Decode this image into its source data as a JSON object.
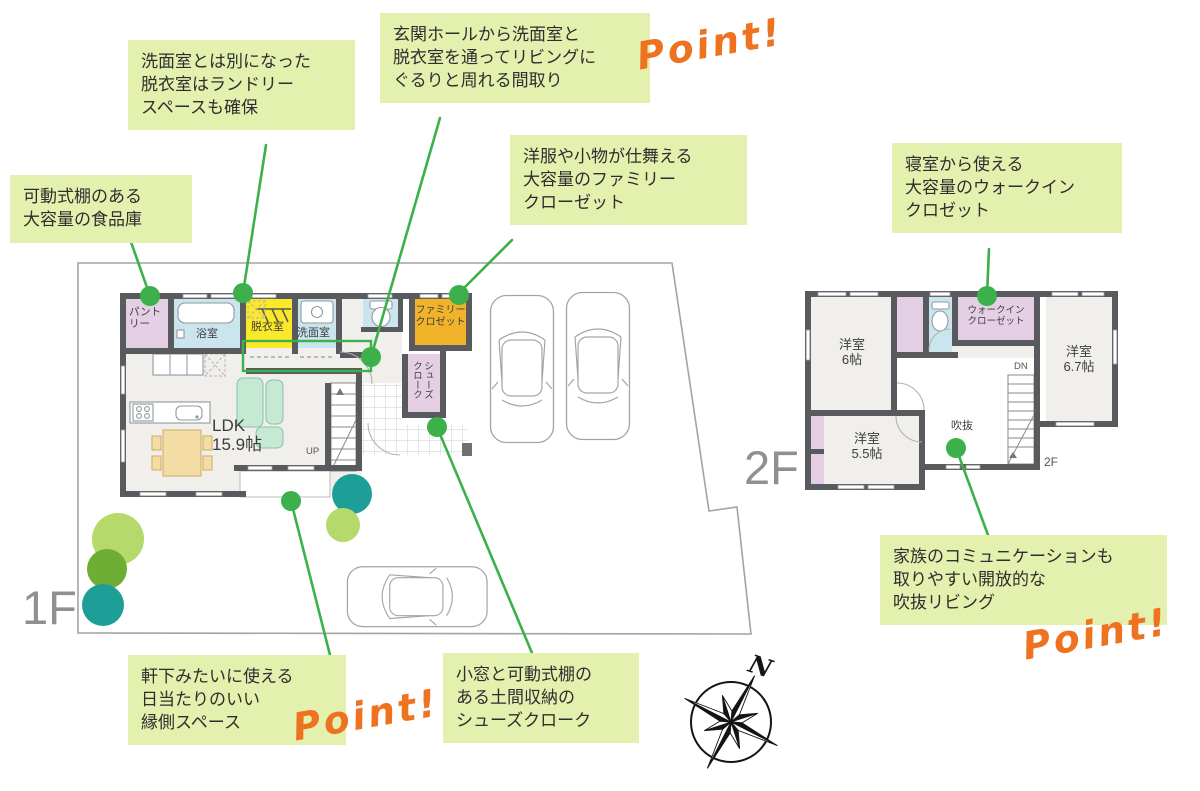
{
  "points": {
    "label": "Point!"
  },
  "compass": {
    "north": "N"
  },
  "floors": {
    "f1": {
      "big_label": "1F",
      "rooms": {
        "pantry": "パントリー",
        "bath": "浴室",
        "dressing": "脱衣室",
        "washroom": "洗面室",
        "family_closet": {
          "lines": [
            "ファミリー",
            "クロゼット"
          ]
        },
        "shoes_cloak": "シューズクローク",
        "ldk": {
          "lines": [
            "LDK",
            "15.9帖"
          ]
        },
        "up": "UP"
      }
    },
    "f2": {
      "big_label": "2F",
      "rooms": {
        "bed6": {
          "lines": [
            "洋室",
            "6帖"
          ]
        },
        "bed67": {
          "lines": [
            "洋室",
            "6.7帖"
          ]
        },
        "bed55": {
          "lines": [
            "洋室",
            "5.5帖"
          ]
        },
        "wic": {
          "lines": [
            "ウォークイン",
            "クローゼット"
          ]
        },
        "void": "吹抜",
        "dn": "DN",
        "stair_tag": "2F"
      }
    }
  },
  "callouts": {
    "pantry": {
      "lines": [
        "可動式棚のある",
        "大容量の食品庫"
      ]
    },
    "laundry": {
      "lines": [
        "洗面室とは別になった",
        "脱衣室はランドリー",
        "スペースも確保"
      ]
    },
    "circulation": {
      "lines": [
        "玄関ホールから洗面室と",
        "脱衣室を通ってリビングに",
        "ぐるりと周れる間取り"
      ]
    },
    "family_closet": {
      "lines": [
        "洋服や小物が仕舞える",
        "大容量のファミリー",
        "クローゼット"
      ]
    },
    "wic": {
      "lines": [
        "寝室から使える",
        "大容量のウォークイン",
        "クロゼット"
      ]
    },
    "engawa": {
      "lines": [
        "軒下みたいに使える",
        "日当たりのいい",
        "縁側スペース"
      ]
    },
    "shoes": {
      "lines": [
        "小窓と可動式棚の",
        "ある土間収納の",
        "シューズクローク"
      ]
    },
    "void_living": {
      "lines": [
        "家族のコミュニケーションも",
        "取りやすい開放的な",
        "吹抜リビング"
      ]
    }
  },
  "colors": {
    "callout_bg": "#e3f0ae",
    "accent_green": "#3cb04a",
    "point_orange": "#ee7220",
    "wall": "#595a5e",
    "floor": "#f0efec",
    "room_pink": "#e5cfe5",
    "room_blue": "#cbe5ee",
    "room_yellow": "#fae928",
    "room_orange": "#f0b32a",
    "sofa_mint": "#c5e9d2",
    "table_tan": "#f3dda5",
    "tree_light": "#b5d96b",
    "tree_green": "#6fae35",
    "tree_teal": "#1d9f97",
    "floor_label_gray": "#909090",
    "boundary_gray": "#a3a3a3",
    "text_dark": "#2e2e2e"
  }
}
